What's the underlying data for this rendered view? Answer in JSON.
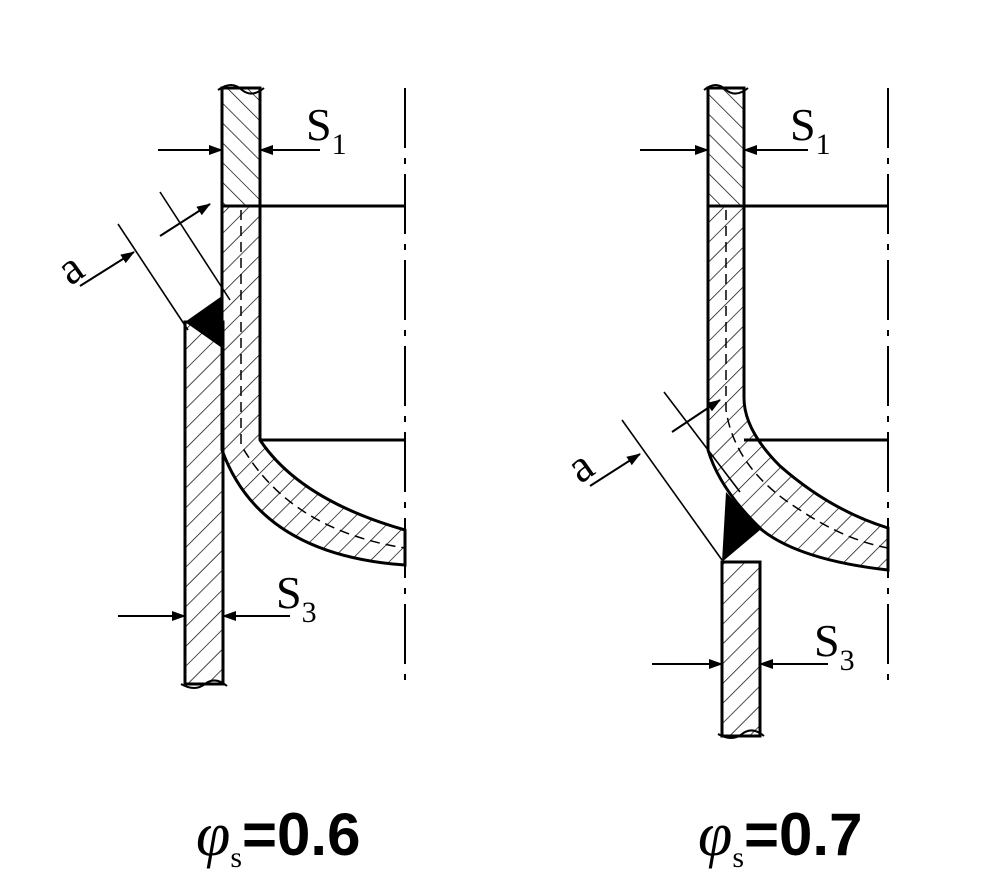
{
  "left_detail": {
    "thickness_top_label": "S",
    "thickness_top_sub": "1",
    "throat_label": "a",
    "thickness_bottom_label": "S",
    "thickness_bottom_sub": "3",
    "coef_symbol": "φ",
    "coef_sub": "s",
    "coef_value": "=0.6"
  },
  "right_detail": {
    "thickness_top_label": "S",
    "thickness_top_sub": "1",
    "throat_label": "a",
    "thickness_bottom_label": "S",
    "thickness_bottom_sub": "3",
    "coef_symbol": "φ",
    "coef_sub": "s",
    "coef_value": "=0.7"
  }
}
